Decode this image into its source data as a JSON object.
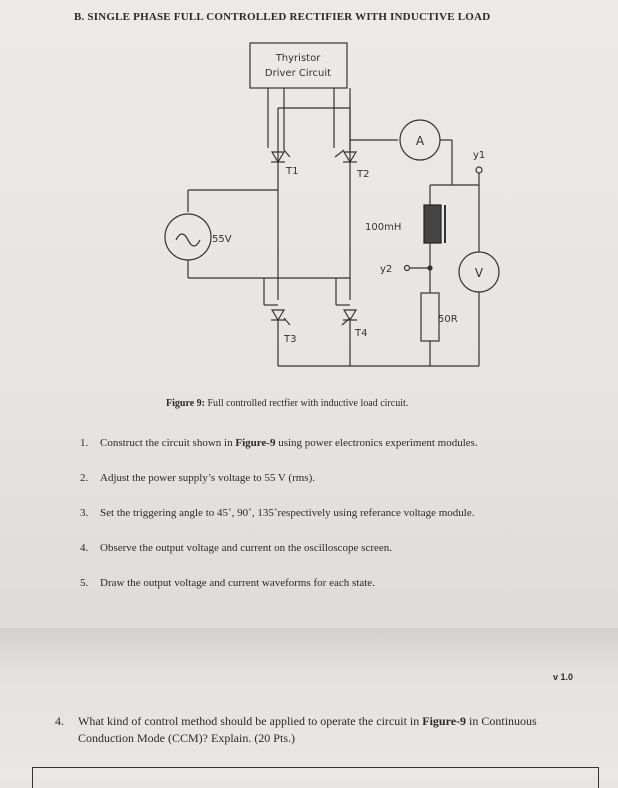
{
  "header": {
    "title": "B. SINGLE PHASE FULL CONTROLLED RECTIFIER WITH INDUCTIVE LOAD"
  },
  "circuit": {
    "driver_line1": "Thyristor",
    "driver_line2": "Driver Circuit",
    "source_voltage": "55V",
    "ammeter": "A",
    "voltmeter": "V",
    "inductor": "100mH",
    "resistor": "50R",
    "probe_y1": "y1",
    "probe_y2": "y2",
    "t1": "T1",
    "t2": "T2",
    "t3": "T3",
    "t4": "T4"
  },
  "caption": {
    "label": "Figure 9:",
    "text": "Full controlled rectfier with inductive load circuit."
  },
  "steps": [
    {
      "num": "1.",
      "pre": "Construct the circuit shown in ",
      "bold": "Figure-9",
      "post": " using power electronics experiment modules."
    },
    {
      "num": "2.",
      "pre": "Adjust the power supply’s voltage to 55 V (rms).",
      "bold": "",
      "post": ""
    },
    {
      "num": "3.",
      "pre": "Set the triggering angle to 45˚, 90˚, 135˚respectively using referance voltage module.",
      "bold": "",
      "post": ""
    },
    {
      "num": "4.",
      "pre": "Observe the output voltage and current on the oscilloscope screen.",
      "bold": "",
      "post": ""
    },
    {
      "num": "5.",
      "pre": "Draw the output voltage and current waveforms for each state.",
      "bold": "",
      "post": ""
    }
  ],
  "version": "v 1.0",
  "question": {
    "num": "4.",
    "pre": "What kind of control method should be applied to operate the circuit in ",
    "bold": "Figure-9",
    "post": " in Continuous Conduction Mode (CCM)? Explain. (20 Pts.)"
  }
}
